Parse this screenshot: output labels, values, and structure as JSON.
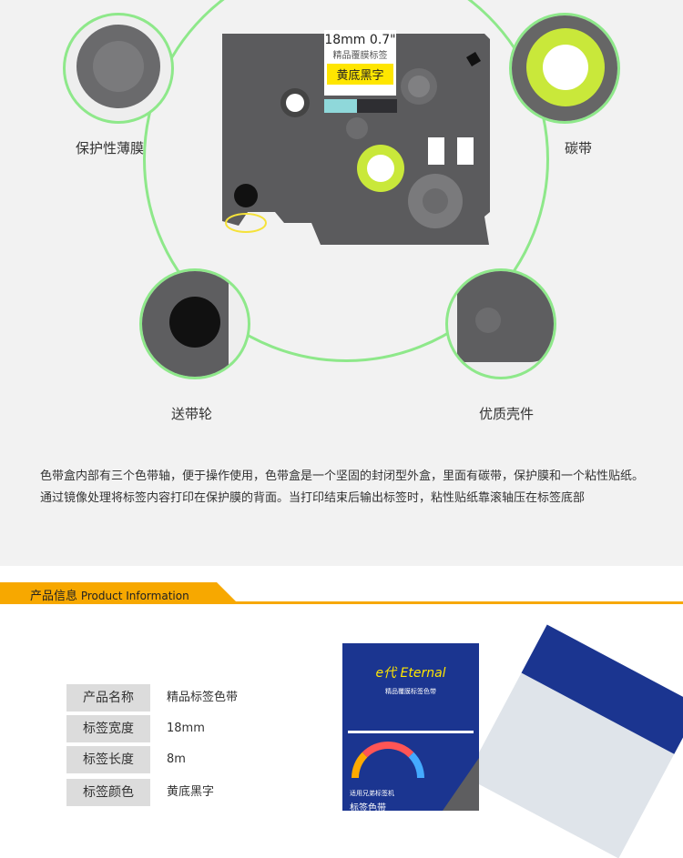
{
  "cassette": {
    "label_size": "18mm",
    "label_inch": "0.7\"",
    "label_sub": "精品覆膜标签",
    "label_color_text": "黄底黑字"
  },
  "features": [
    {
      "label": "保护性薄膜"
    },
    {
      "label": "碳带"
    },
    {
      "label": "送带轮"
    },
    {
      "label": "优质壳件"
    }
  ],
  "description": "色带盒内部有三个色带轴，便于操作使用，色带盒是一个坚固的封闭型外盒，里面有碳带，保护膜和一个粘性贴纸。通过镜像处理将标签内容打印在保护膜的背面。当打印结束后输出标签时，粘性贴纸靠滚轴压在标签底部",
  "section": {
    "title_cn": "产品信息",
    "title_en": "Product Information"
  },
  "specs": [
    {
      "key": "产品名称",
      "value": "精品标签色带"
    },
    {
      "key": "标签宽度",
      "value": "18mm"
    },
    {
      "key": "标签长度",
      "value": "8m"
    },
    {
      "key": "标签颜色",
      "value": "黄底黑字"
    }
  ],
  "package": {
    "brand": "e代 Eternal",
    "subtitle": "精品覆膜标签色带",
    "compat": "适用兄弟标签机",
    "bottom": "标签色带"
  },
  "colors": {
    "accent": "#f7a800",
    "ring": "#8ee88a",
    "package": "#1b3590"
  }
}
